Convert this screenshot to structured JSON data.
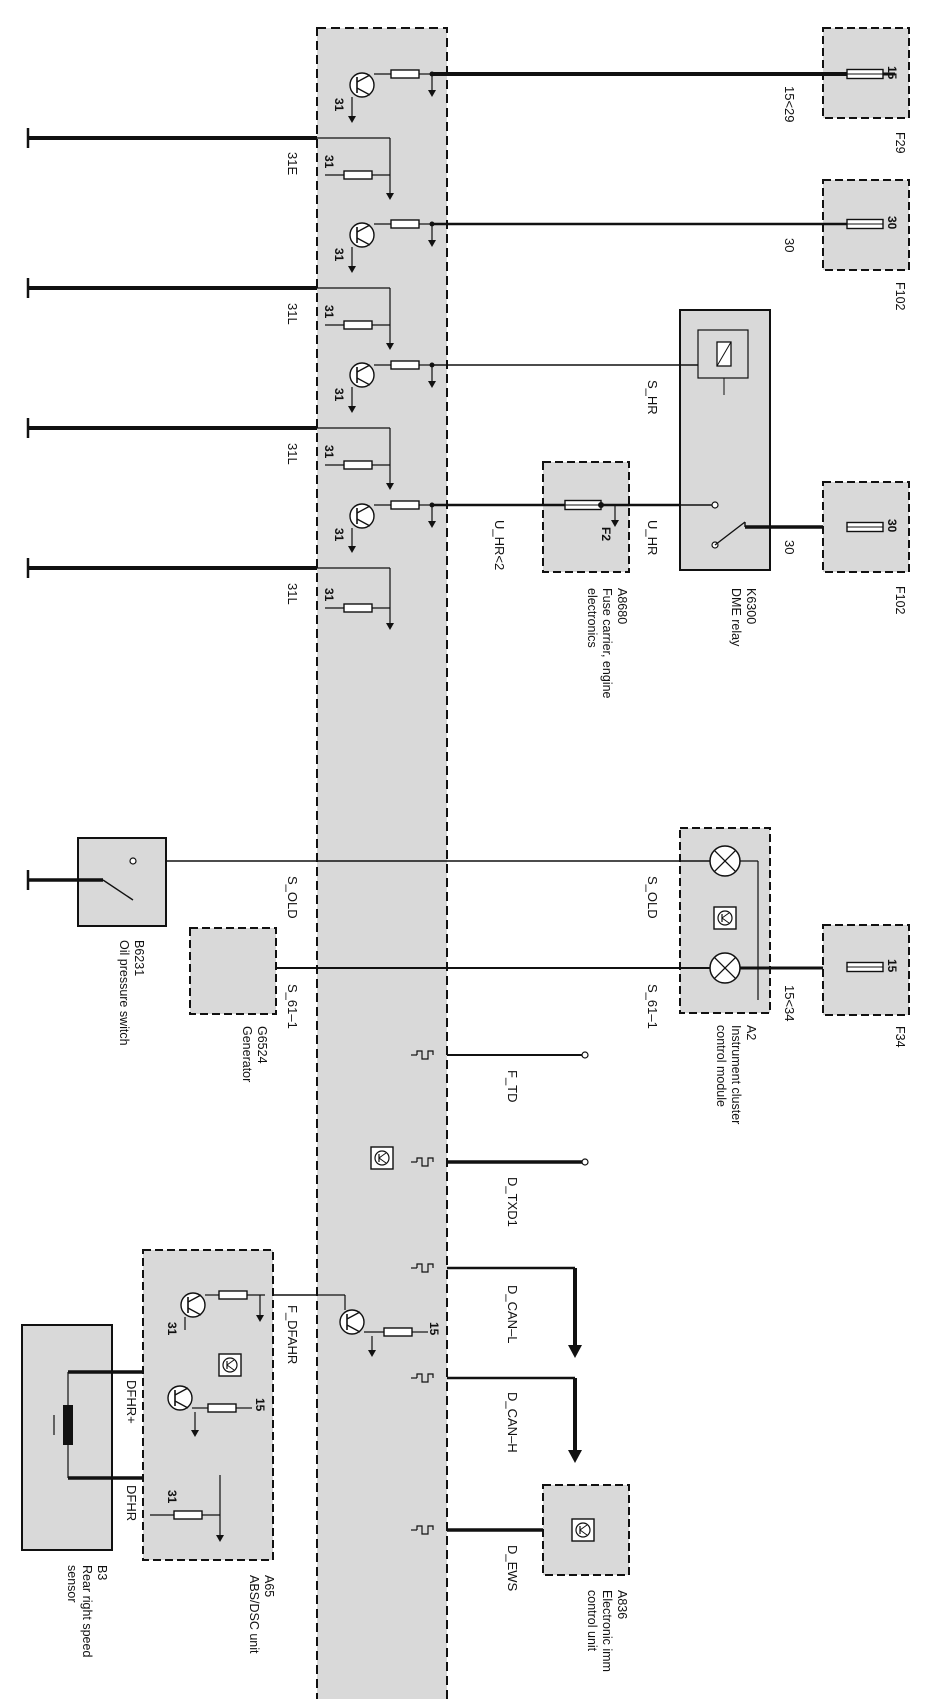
{
  "colors": {
    "box_fill": "#d9d9d9",
    "line": "#111111",
    "background": "#ffffff"
  },
  "labels": {
    "pin_15": "15",
    "pin_30": "30",
    "pin_31": "31",
    "w_15_29": "15<29",
    "w_30": "30",
    "w_15_34": "15<34",
    "w_31E": "31E",
    "w_31L": "31L",
    "w_S_HR": "S_HR",
    "w_U_HR": "U_HR",
    "w_U_HR_2": "U_HR<2",
    "w_S_OLD": "S_OLD",
    "w_S_61_1": "S_61–1",
    "w_F_TD": "F_TD",
    "w_D_TXD1": "D_TXD1",
    "w_D_CAN_L": "D_CAN–L",
    "w_D_CAN_H": "D_CAN–H",
    "w_D_EWS": "D_EWS",
    "w_F_DFAHR": "F_DFAHR",
    "w_DFHR_plus": "DFHR+",
    "w_DFHR": "DFHR"
  },
  "components": {
    "F29": {
      "id": "F29"
    },
    "F102a": {
      "id": "F102"
    },
    "F102b": {
      "id": "F102"
    },
    "F34": {
      "id": "F34"
    },
    "F2": {
      "id": "F2"
    },
    "K6300": {
      "id": "K6300",
      "name": "DME relay"
    },
    "A8680": {
      "id": "A8680",
      "name_line1": "Fuse carrier, engine",
      "name_line2": "electronics"
    },
    "A2": {
      "id": "A2",
      "name_line1": "Instrument cluster",
      "name_line2": "control module"
    },
    "B6231": {
      "id": "B6231",
      "name": "Oil pressure switch"
    },
    "G6524": {
      "id": "G6524",
      "name": "Generator"
    },
    "A65": {
      "id": "A65",
      "name": "ABS/DSC unit"
    },
    "B3": {
      "id": "B3",
      "name_line1": "Rear right speed",
      "name_line2": "sensor"
    },
    "A836": {
      "id": "A836",
      "name_line1": "Electronic imm",
      "name_line2": "control unit"
    }
  }
}
